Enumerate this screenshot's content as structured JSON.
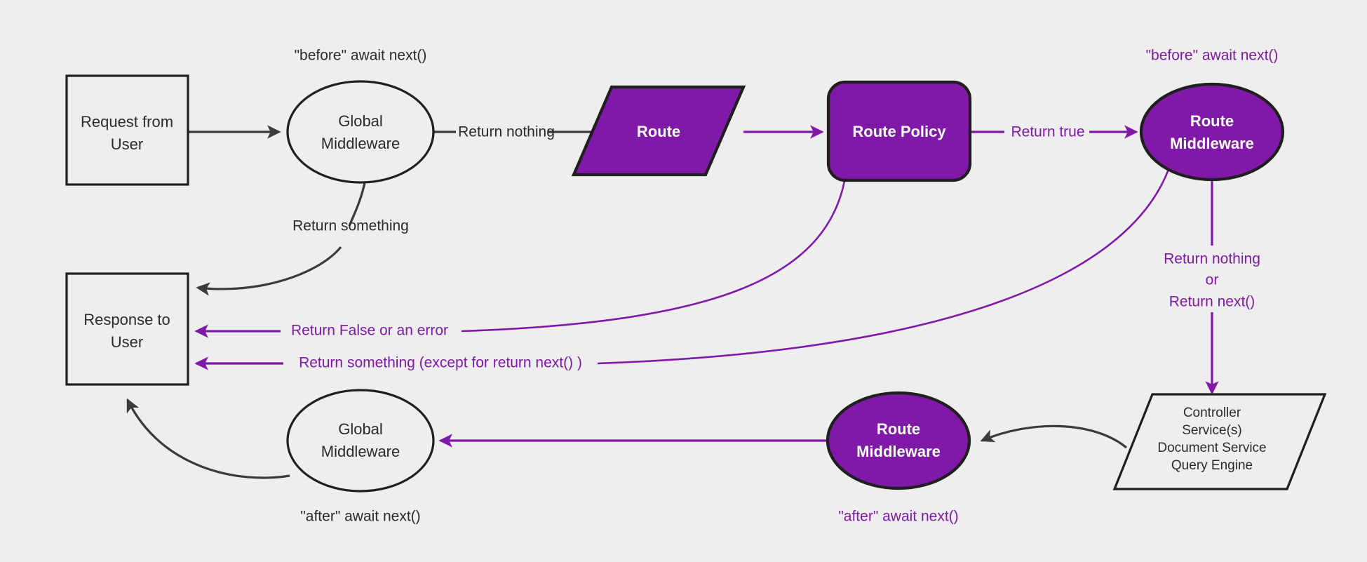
{
  "diagram": {
    "title": "Request / Middleware Lifecycle Flow",
    "background_color": "#eeeeee",
    "accent_color": "#8019a8",
    "dark_color": "#2b2b2b"
  },
  "nodes": {
    "request_from_user": {
      "line1": "Request from",
      "line2": "User",
      "shape": "rectangle",
      "style": "outline"
    },
    "global_middleware_top": {
      "line1": "Global",
      "line2": "Middleware",
      "shape": "ellipse",
      "style": "outline"
    },
    "route": {
      "line1": "Route",
      "shape": "parallelogram",
      "style": "filled"
    },
    "route_policy": {
      "line1": "Route Policy",
      "shape": "rounded-rectangle",
      "style": "filled"
    },
    "route_middleware_top": {
      "line1": "Route",
      "line2": "Middleware",
      "shape": "ellipse",
      "style": "filled"
    },
    "controller_stack": {
      "lines": [
        "Controller",
        "Service(s)",
        "Document Service",
        "Query Engine"
      ],
      "shape": "parallelogram",
      "style": "outline"
    },
    "route_middleware_bottom": {
      "line1": "Route",
      "line2": "Middleware",
      "shape": "ellipse",
      "style": "filled"
    },
    "global_middleware_bottom": {
      "line1": "Global",
      "line2": "Middleware",
      "shape": "ellipse",
      "style": "outline"
    },
    "response_to_user": {
      "line1": "Response to",
      "line2": "User",
      "shape": "rectangle",
      "style": "outline"
    }
  },
  "annotations": {
    "before_await_next_global": {
      "text": "\"before\" await next()",
      "color": "dark"
    },
    "before_await_next_route": {
      "text": "\"before\" await next()",
      "color": "purple"
    },
    "after_await_next_global": {
      "text": "\"after\" await next()",
      "color": "dark"
    },
    "after_await_next_route": {
      "text": "\"after\" await next()",
      "color": "purple"
    }
  },
  "edge_labels": {
    "return_nothing": {
      "text": "Return nothing",
      "color": "dark"
    },
    "return_something_global": {
      "text": "Return something",
      "color": "dark"
    },
    "return_true": {
      "text": "Return true",
      "color": "purple"
    },
    "return_false_or_error": {
      "text": "Return False or an error",
      "color": "purple"
    },
    "return_something_except_next": {
      "text": "Return something (except for return next() )",
      "color": "purple"
    },
    "return_nothing_or_next": {
      "line1": "Return nothing",
      "line2": "or",
      "line3": "Return next()",
      "color": "purple"
    }
  }
}
